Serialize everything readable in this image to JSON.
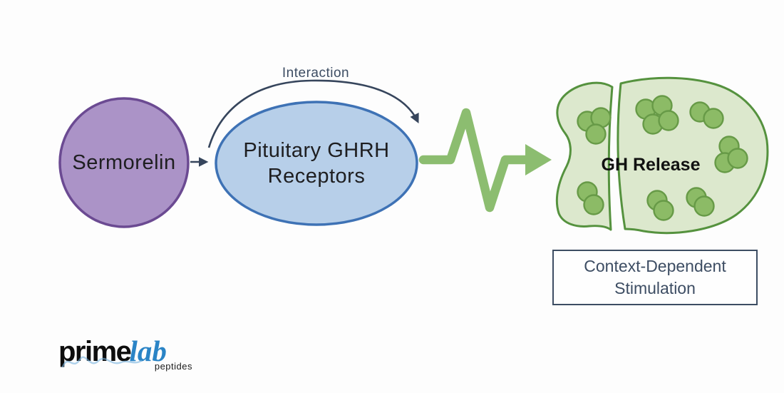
{
  "diagram": {
    "sermorelin": {
      "label": "Sermorelin"
    },
    "interaction": {
      "label": "Interaction"
    },
    "receptors": {
      "label": "Pituitary GHRH Receptors"
    },
    "gh_release": {
      "label": "GH Release"
    },
    "context_box": {
      "label": "Context-Dependent Stimulation"
    },
    "icons": {
      "flow_arrow": "right-arrow",
      "interaction_arrow": "curved-arc-arrow",
      "pulse_arrow": "green-zigzag-pulse-arrow",
      "cell": "pituitary-cell-with-vesicles"
    }
  },
  "logo": {
    "prime": "prime",
    "lab": "lab",
    "tagline": "peptides"
  },
  "colors": {
    "canvas-bg": "#fdfdfd",
    "purple-fill": "#ab93c7",
    "purple-stroke": "#6b4a92",
    "blue-fill": "#b7cfe9",
    "blue-stroke": "#3e72b5",
    "navy": "#36455c",
    "green-arrow": "#8cbd70",
    "cell-fill": "#dce8cd",
    "cell-stroke": "#55923e",
    "vesicle-fill": "#8cbb66",
    "vesicle-stroke": "#679a47",
    "text-dark": "#1e1e20",
    "context-navy": "#3d4d63",
    "logo-black": "#0d0d0d",
    "logo-blue": "#2a84c6",
    "logo-script": "#7ab4e0"
  }
}
